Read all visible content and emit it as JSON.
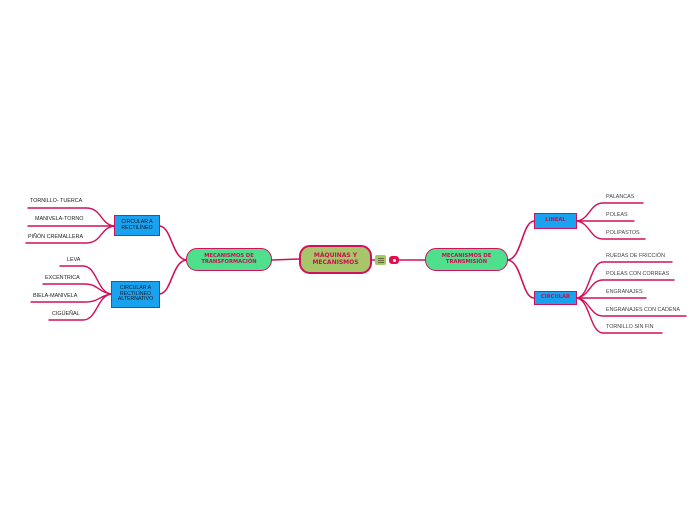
{
  "colors": {
    "link": "#d0105a",
    "root_fill": "#a7c66a",
    "branch_fill": "#4fe08d",
    "sub_fill": "#18a2f0",
    "text_accent": "#c8104f"
  },
  "root": {
    "label": "MÁQUINAS Y MECANISMOS"
  },
  "left": {
    "label": "MECANISMOS DE TRANSFORMACIÓN",
    "groups": [
      {
        "label": "CIRCULAR A RECTILÍNEO",
        "items": [
          "TORNILLO- TUERCA",
          "MANIVELA-TORNO",
          "PIÑÓN CREMALLERA"
        ]
      },
      {
        "label": "CIRCULAR A RECTILÍNEO ALTERNATIVO",
        "items": [
          "LEVA",
          "EXCÉNTRICA",
          "BIELA-MANIVELA",
          "CIGÜEÑAL"
        ]
      }
    ]
  },
  "right": {
    "label": "MECANISMOS DE TRANSMISIÓN",
    "groups": [
      {
        "label": "LINEAL",
        "items": [
          "PALANCAS",
          "POLEAS",
          "POLIPASTOS"
        ]
      },
      {
        "label": "CIRCULAR",
        "items": [
          "RUEDAS DE FRICCIÓN",
          "POLEAS CON CORREAS",
          "ENGRANAJES",
          "ENGRANAJES CON CADENA",
          "TORNILLO SIN FIN"
        ]
      }
    ]
  },
  "controls": {
    "collapse_icon": "list-icon",
    "expand_icon": "dot-icon"
  }
}
